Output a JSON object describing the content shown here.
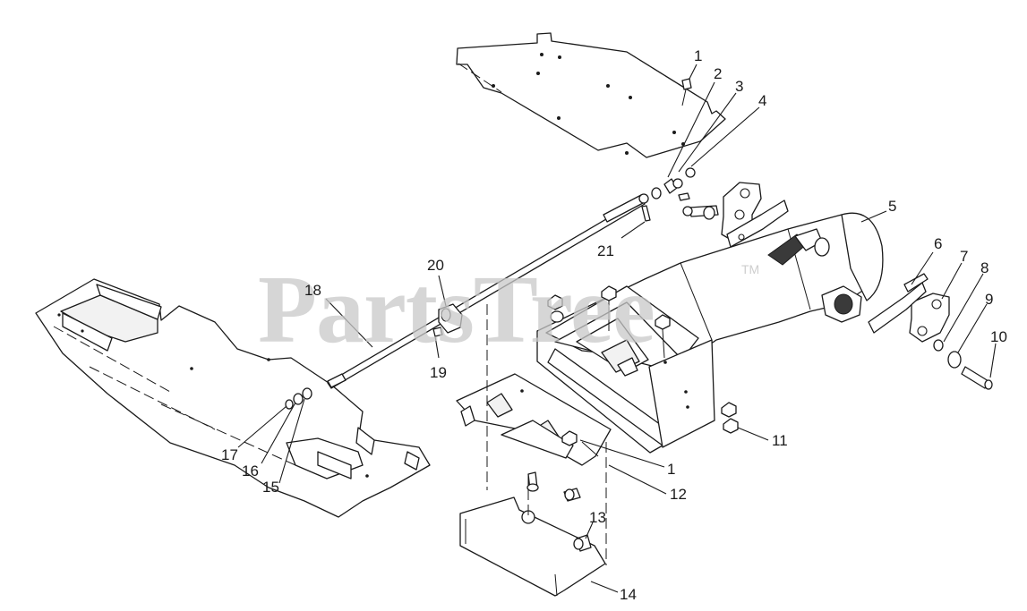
{
  "watermark": {
    "text": "PartsTree",
    "trademark": "TM"
  },
  "callouts": {
    "c1_top": "1",
    "c2": "2",
    "c3": "3",
    "c4": "4",
    "c5": "5",
    "c6": "6",
    "c7": "7",
    "c8": "8",
    "c9": "9",
    "c10": "10",
    "c11": "11",
    "c1_low": "1",
    "c12": "12",
    "c13": "13",
    "c14": "14",
    "c15": "15",
    "c16": "16",
    "c17": "17",
    "c18": "18",
    "c19": "19",
    "c20": "20",
    "c21": "21"
  }
}
